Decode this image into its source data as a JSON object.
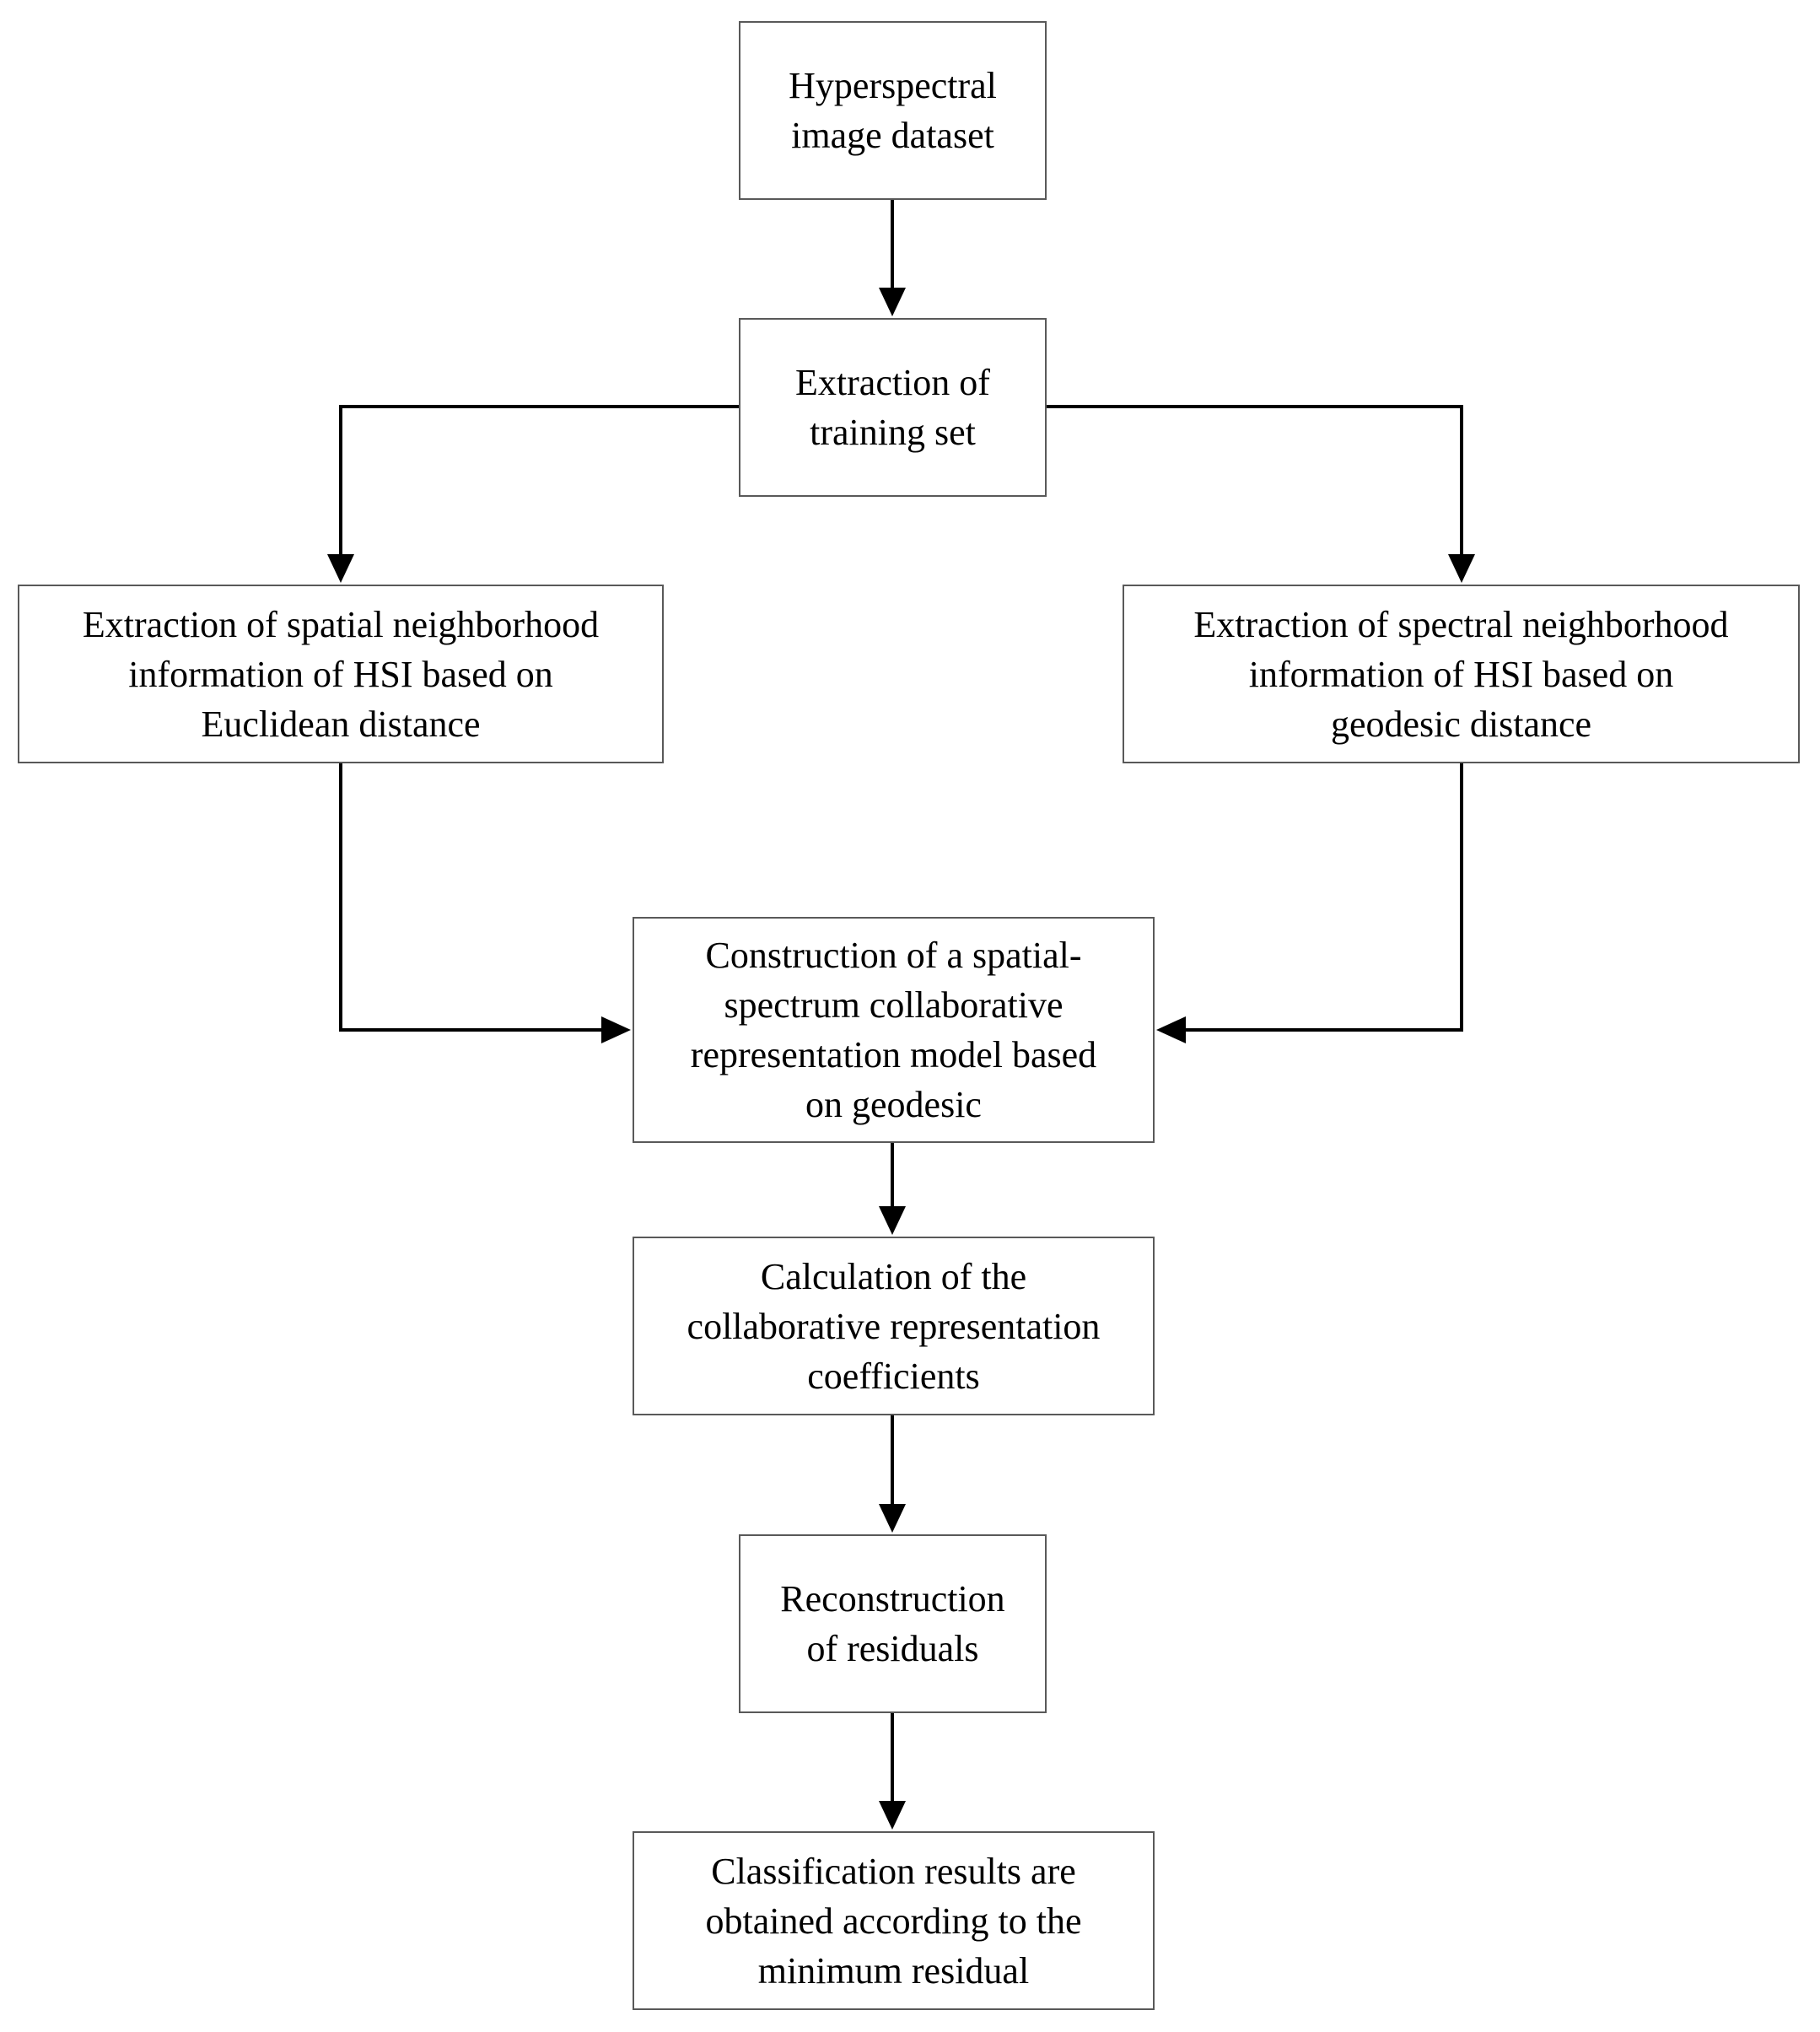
{
  "diagram": {
    "type": "flowchart",
    "nodes": [
      {
        "id": "b1",
        "label": "Hyperspectral\nimage dataset"
      },
      {
        "id": "b2",
        "label": "Extraction of\ntraining set"
      },
      {
        "id": "b3",
        "label": "Extraction of spatial neighborhood\ninformation of HSI based on\nEuclidean distance"
      },
      {
        "id": "b4",
        "label": "Extraction of  spectral neighborhood\ninformation of HSI based on\ngeodesic distance"
      },
      {
        "id": "b5",
        "label": "Construction of a spatial-\nspectrum collaborative\nrepresentation model based\non geodesic"
      },
      {
        "id": "b6",
        "label": "Calculation of the\ncollaborative representation\ncoefficients"
      },
      {
        "id": "b7",
        "label": "Reconstruction\nof residuals"
      },
      {
        "id": "b8",
        "label": "Classification results are\nobtained according to the\nminimum residual"
      }
    ],
    "edges": [
      {
        "from": "b1",
        "to": "b2"
      },
      {
        "from": "b2",
        "to": "b3"
      },
      {
        "from": "b2",
        "to": "b4"
      },
      {
        "from": "b3",
        "to": "b5"
      },
      {
        "from": "b4",
        "to": "b5"
      },
      {
        "from": "b5",
        "to": "b6"
      },
      {
        "from": "b6",
        "to": "b7"
      },
      {
        "from": "b7",
        "to": "b8"
      }
    ],
    "colors": {
      "box_border": "#595959",
      "arrow": "#000000",
      "text": "#000000",
      "background": "#ffffff"
    }
  }
}
